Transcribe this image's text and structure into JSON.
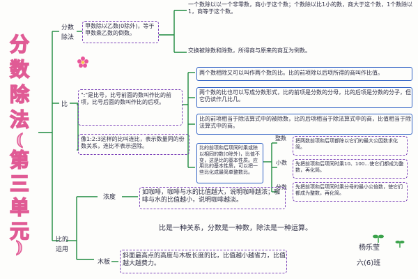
{
  "title": {
    "chars": [
      "分",
      "数",
      "除",
      "法",
      "(",
      "第",
      "三",
      "单",
      "元",
      ")"
    ]
  },
  "branches": {
    "fraction_division": {
      "label_1": "分数",
      "label_2": "除法",
      "rule": "甲数除以乙数(0除外)，等于甲数乘乙数的倒数。",
      "definition": "一个数除以以一个非零数，商小于这个数；个数除以比1小的数，商大于这个数，1个数除以1，商等于这个数。",
      "reciprocal": "交换被除数和除数，所得商与原来的商互为倒数。"
    },
    "ratio": {
      "label": "比",
      "meaning": "\":\"是比号，比号前面的数叫作比的前项，比号后面的数叫作比的后项。",
      "example": "像1:2:3这样的比叫连比，表示数量同的份数关系，连比不表示运除。",
      "definition": "两个数相除又可以叫作两个数的比。比的前项除以后项所得的商叫作比值。",
      "forms": "两个数的比也可以写成分数形式，比的前项是分数的分母，比的后项是分数的分子，但它仍读作几比几。",
      "simplest_intro": "比的前项和后项同时乘或除以相同的数(0除外)，比值不变，这是比的基本性质。应用比的基本性质，可以把一些比化成最简单整数比。",
      "value_def": "比的前项相当于除法算式中的被除数，比的后项相当于除法算式中的商，比值相当于除法算式中的商。",
      "integer_label": "整数",
      "decimal_label": "小数",
      "fraction_label": "分数",
      "integer_rule": "把两数前项和后项都除以它们的最大公因数求化简。",
      "decimal_rule": "先把前项和后项同时乘10、100…使它们都成为整数，再化简。",
      "fraction_rule": "先把前项和后项同时乘分母的最小公倍数，使它们都成为整数，再化简。"
    },
    "application": {
      "label_1": "比的",
      "label_2": "运用",
      "concentration_label": "浓度",
      "concentration_text": "如咖啡，咖啡与水的比值越大，说明咖啡越浓；咖啡与水的比值越小，说明咖啡越淡。",
      "slope_label": "木板",
      "slope_text": "斜面最高点的高度与木板长度的比，比值越小越省力，比值越大越费力。"
    }
  },
  "summary": "比是一种关系，分数是一种数，除法是一种运算。",
  "author": {
    "name": "杨乐莹",
    "class": "六(6)班"
  },
  "colors": {
    "title_fill": "#f6b8d2",
    "title_stroke": "#e05b95",
    "purple_box": "#7a3fb8",
    "blue_box": "#2d5fc4",
    "branch_line": "#1d8a3e",
    "flower": "#e9569a",
    "sprout": "#3aa24a"
  },
  "icons": [
    "flower-icon",
    "sprout-icon"
  ]
}
